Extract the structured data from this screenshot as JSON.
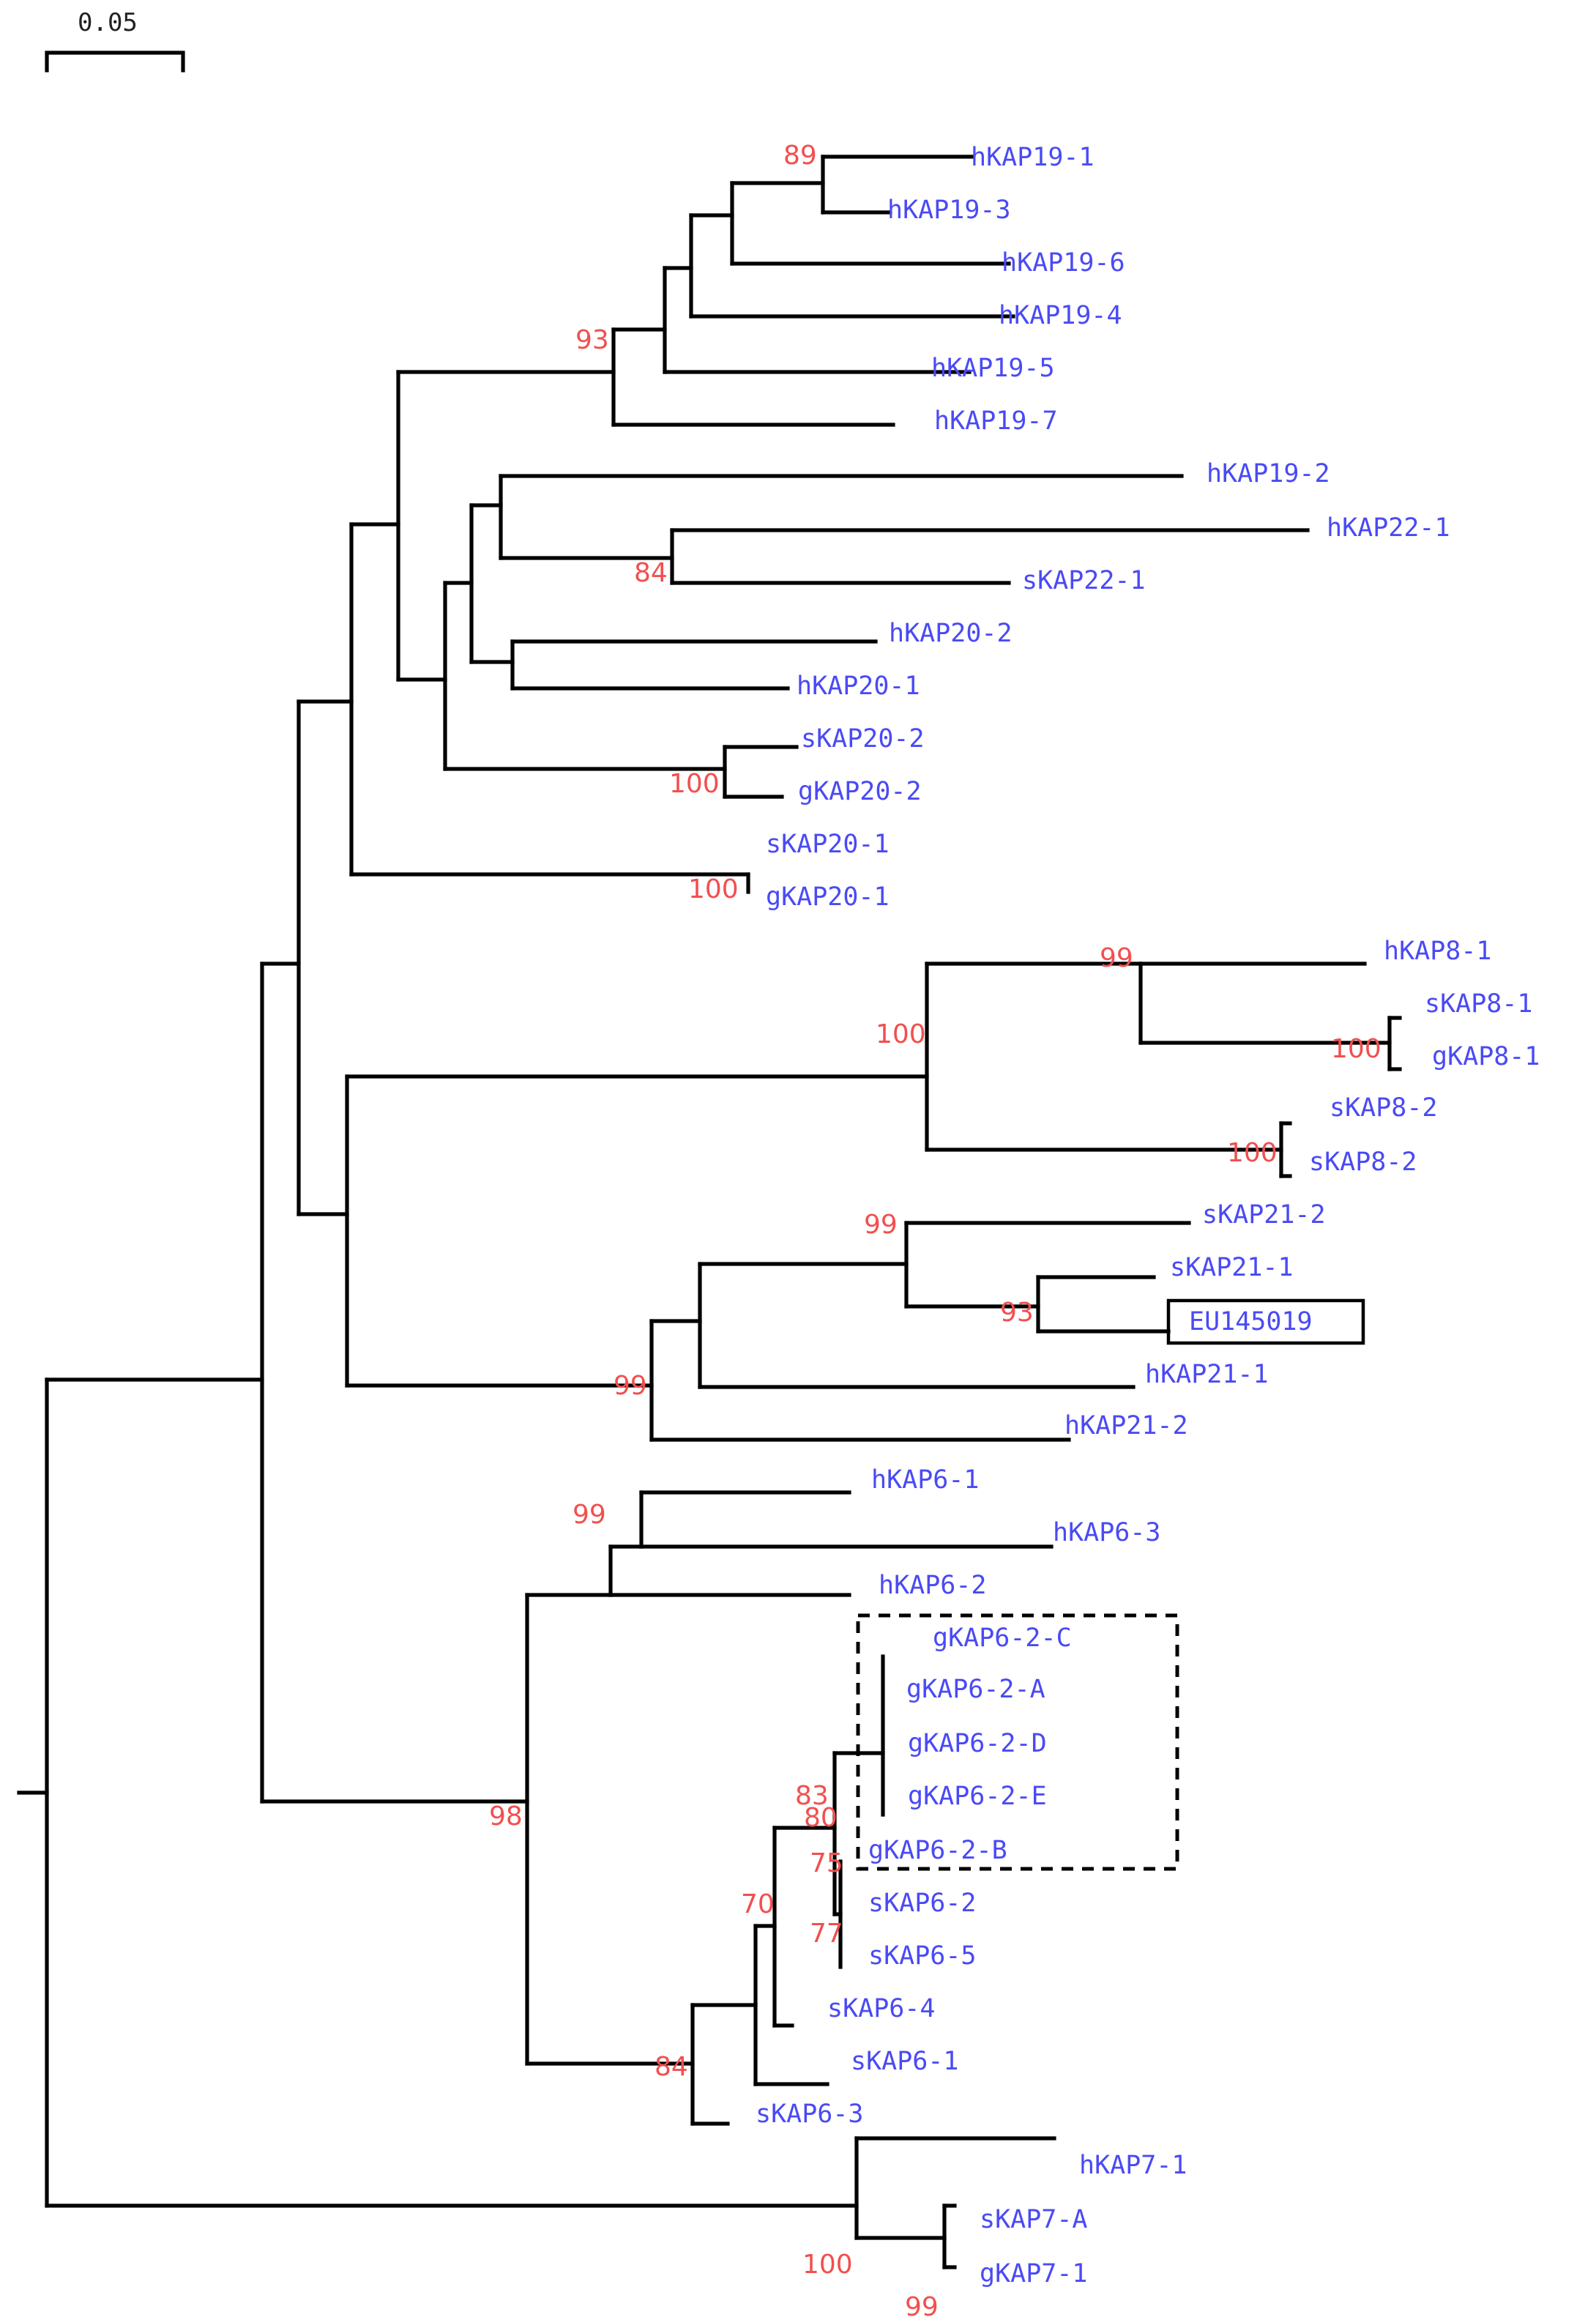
{
  "colors": {
    "branch": "#000000",
    "leaf_label": "#4a4af5",
    "support_value": "#f24f4f"
  },
  "scale_bar": {
    "label": "0.05"
  },
  "leaves": [
    "hKAP19-1",
    "hKAP19-3",
    "hKAP19-6",
    "hKAP19-4",
    "hKAP19-5",
    "hKAP19-7",
    "hKAP19-2",
    "hKAP22-1",
    "sKAP22-1",
    "hKAP20-2",
    "hKAP20-1",
    "sKAP20-2",
    "gKAP20-2",
    "sKAP20-1",
    "gKAP20-1",
    "hKAP8-1",
    "sKAP8-1",
    "gKAP8-1",
    "sKAP8-2",
    "sKAP8-2",
    "sKAP21-2",
    "sKAP21-1",
    "EU145019",
    "hKAP21-1",
    "hKAP21-2",
    "hKAP6-1",
    "hKAP6-3",
    "hKAP6-2",
    "gKAP6-2-C",
    "gKAP6-2-A",
    "gKAP6-2-D",
    "gKAP6-2-E",
    "gKAP6-2-B",
    "sKAP6-2",
    "sKAP6-5",
    "sKAP6-4",
    "sKAP6-1",
    "sKAP6-3",
    "hKAP7-1",
    "sKAP7-A",
    "gKAP7-1"
  ],
  "support_values": [
    "89",
    "93",
    "84",
    "100",
    "100",
    "99",
    "100",
    "100",
    "100",
    "99",
    "93",
    "99",
    "99",
    "80",
    "98",
    "83",
    "75",
    "77",
    "70",
    "84",
    "100",
    "99"
  ],
  "boxed_leaf": "EU145019",
  "dashed_group": [
    "gKAP6-2-C",
    "gKAP6-2-A",
    "gKAP6-2-D",
    "gKAP6-2-E",
    "gKAP6-2-B"
  ]
}
